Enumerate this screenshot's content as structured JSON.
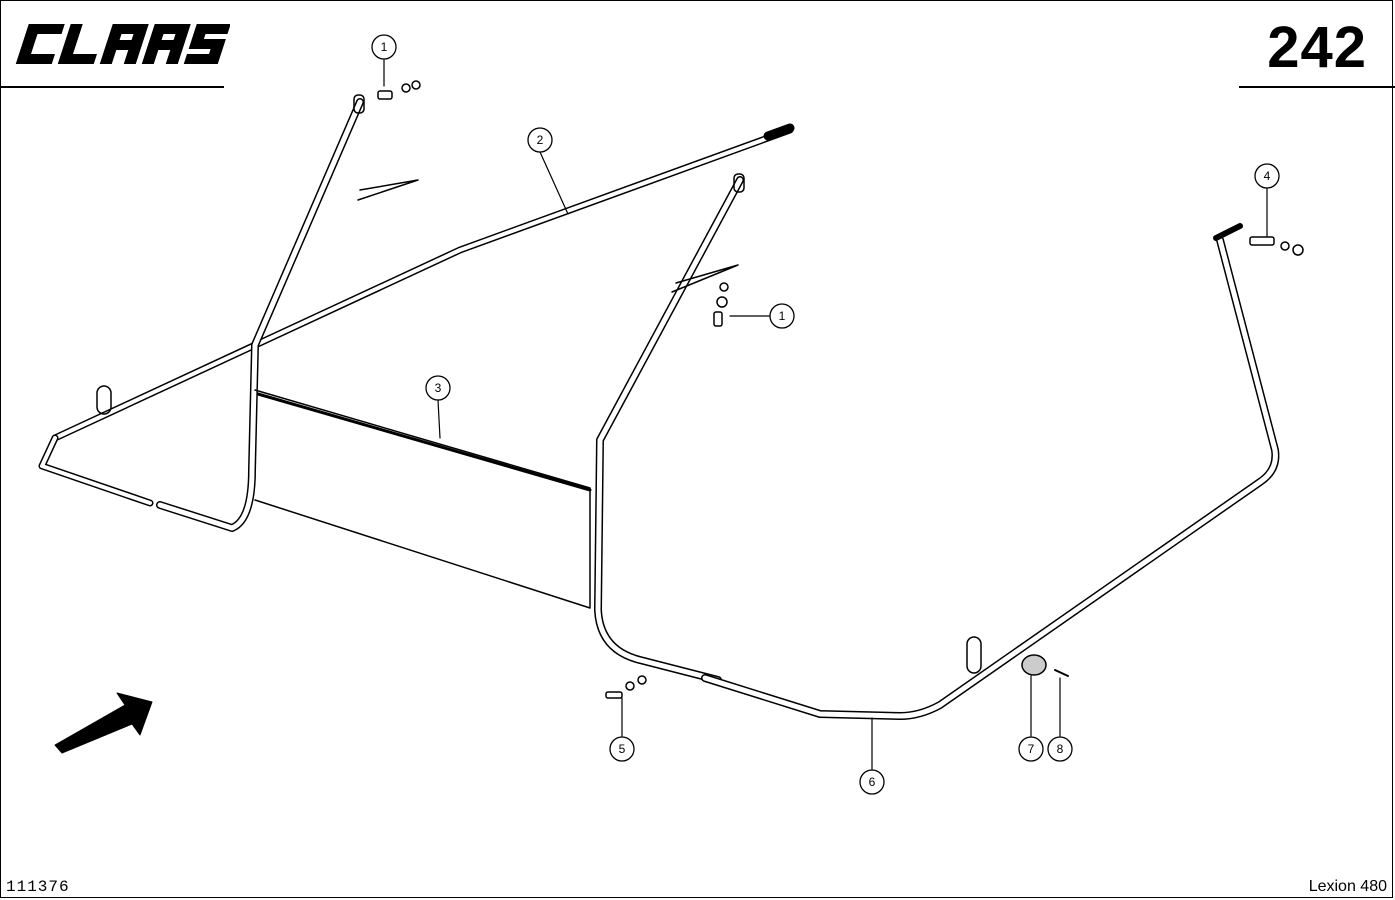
{
  "header": {
    "brand": "CLAAS",
    "page_number": "242"
  },
  "footer": {
    "drawing_id": "111376",
    "model": "Lexion 480"
  },
  "callouts": [
    {
      "id": "callout-1-top",
      "label": "1"
    },
    {
      "id": "callout-2",
      "label": "2"
    },
    {
      "id": "callout-1-mid",
      "label": "1"
    },
    {
      "id": "callout-3",
      "label": "3"
    },
    {
      "id": "callout-4",
      "label": "4"
    },
    {
      "id": "callout-5",
      "label": "5"
    },
    {
      "id": "callout-6",
      "label": "6"
    },
    {
      "id": "callout-7",
      "label": "7"
    },
    {
      "id": "callout-8",
      "label": "8"
    }
  ]
}
